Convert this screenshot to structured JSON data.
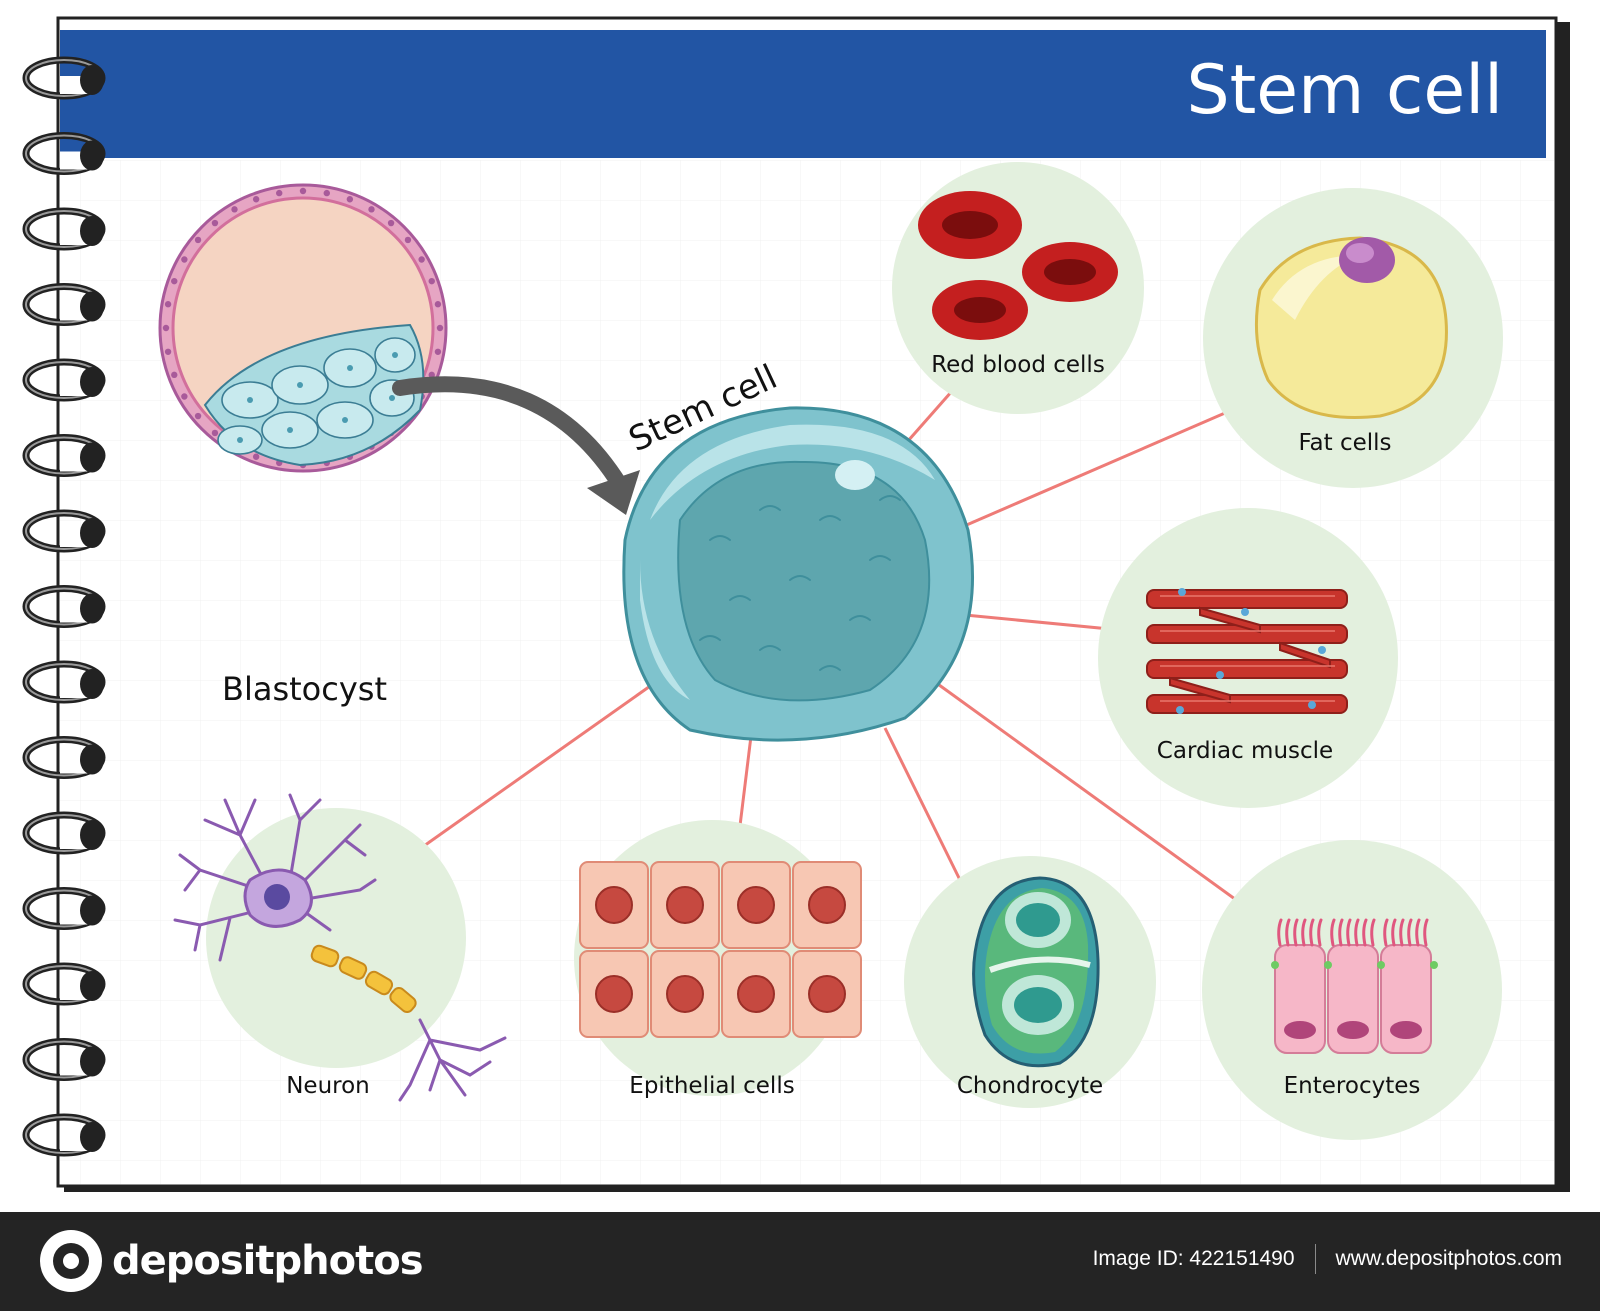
{
  "header": {
    "title": "Stem cell"
  },
  "diagram": {
    "blastocyst_label": "Blastocyst",
    "center_label": "Stem cell",
    "cells": {
      "red_blood": "Red blood cells",
      "fat": "Fat cells",
      "cardiac": "Cardiac muscle",
      "enterocytes": "Enterocytes",
      "chondrocyte": "Chondrocyte",
      "epithelial": "Epithelial cells",
      "neuron": "Neuron"
    }
  },
  "footer": {
    "brand": "depositphotos",
    "image_id": "Image ID: 422151490",
    "website": "www.depositphotos.com"
  },
  "colors": {
    "header_blue": "#2255a4",
    "connector": "#ee7b77",
    "bubble": "#e3f0de",
    "stem_cell": "#7fc3cd"
  }
}
